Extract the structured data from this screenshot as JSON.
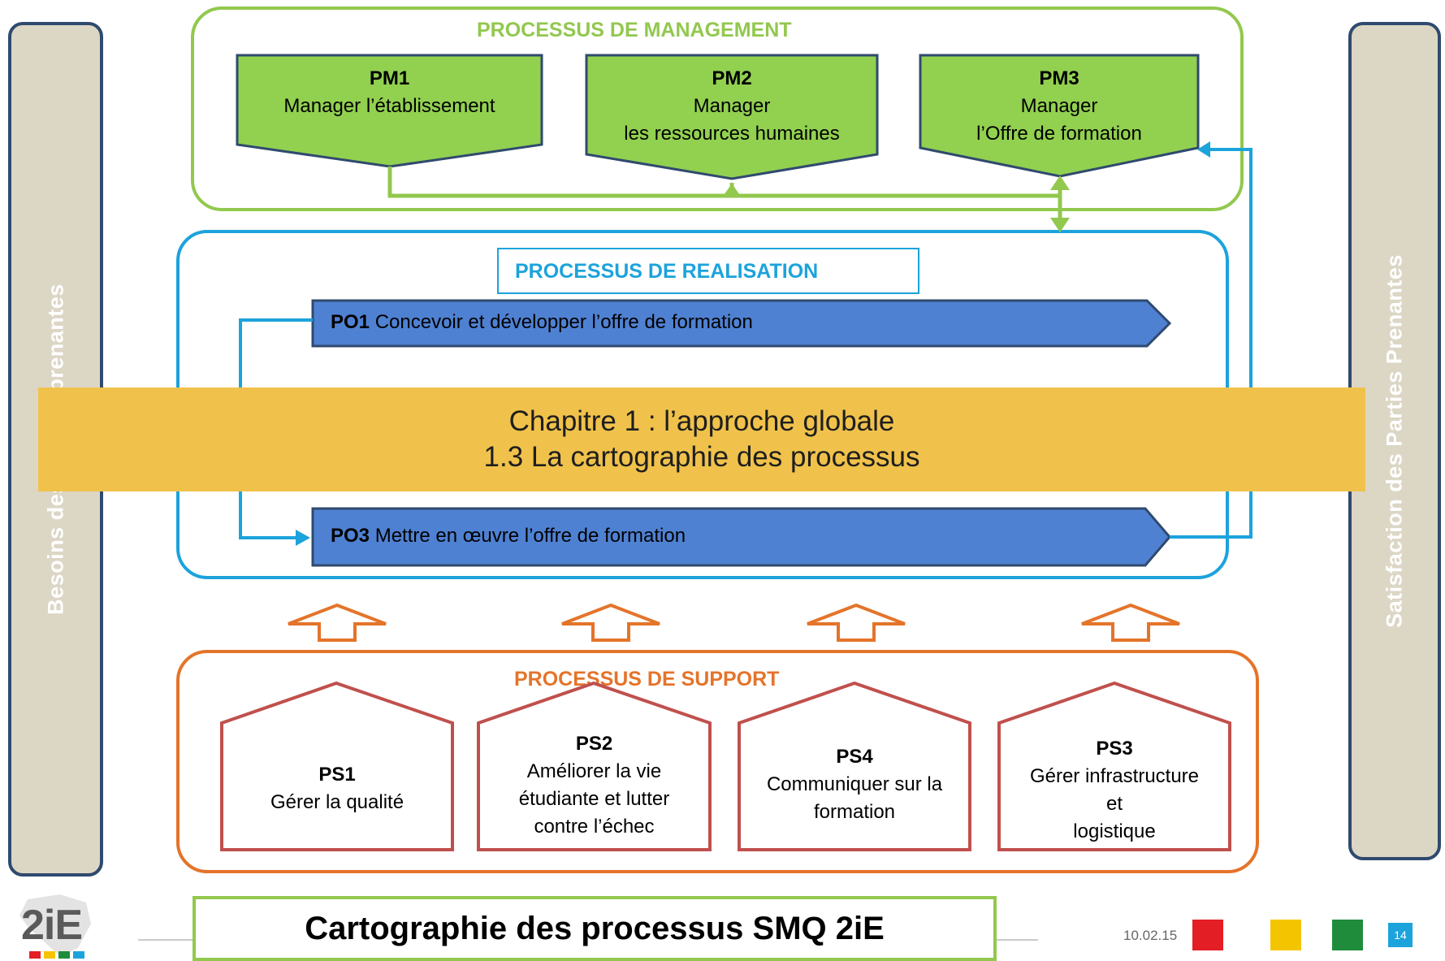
{
  "side": {
    "left_label": "Besoins des Parties prenantes",
    "right_label": "Satisfaction des Parties Prenantes"
  },
  "management": {
    "title": "PROCESSUS DE MANAGEMENT",
    "items": [
      {
        "code": "PM1",
        "line1": "Manager l’établissement",
        "line2": ""
      },
      {
        "code": "PM2",
        "line1": "Manager",
        "line2": "les ressources humaines"
      },
      {
        "code": "PM3",
        "line1": "Manager",
        "line2": "l’Offre de formation"
      }
    ]
  },
  "realisation": {
    "title": "PROCESSUS DE REALISATION",
    "items": [
      {
        "code": "PO1",
        "label": "Concevoir et développer l’offre de formation"
      },
      {
        "code": "PO3",
        "label": "Mettre en œuvre l’offre de formation"
      }
    ]
  },
  "support": {
    "title": "PROCESSUS DE SUPPORT",
    "items": [
      {
        "code": "PS1",
        "lines": [
          "Gérer la qualité"
        ]
      },
      {
        "code": "PS2",
        "lines": [
          "Améliorer la  vie",
          "étudiante et lutter",
          "contre l’échec"
        ]
      },
      {
        "code": "PS4",
        "lines": [
          "Communiquer sur la",
          "formation"
        ]
      },
      {
        "code": "PS3",
        "lines": [
          "Gérer infrastructure",
          "et",
          "logistique"
        ]
      }
    ]
  },
  "banner": {
    "line1": "Chapitre 1 : l’approche globale",
    "line2": "1.3 La cartographie des processus"
  },
  "footer": {
    "title": "Cartographie des processus SMQ 2iE",
    "date": "10.02.15",
    "page": "14",
    "logo_text": "2iE"
  },
  "colors": {
    "management": "#92c84e",
    "realisation": "#1ca3dc",
    "support": "#e4742a",
    "support_shape_border": "#c0504d",
    "po_fill": "#4f81d2",
    "banner": "#f0c24b",
    "squares": [
      "#e31e24",
      "#f5c400",
      "#1f8c3b"
    ]
  }
}
